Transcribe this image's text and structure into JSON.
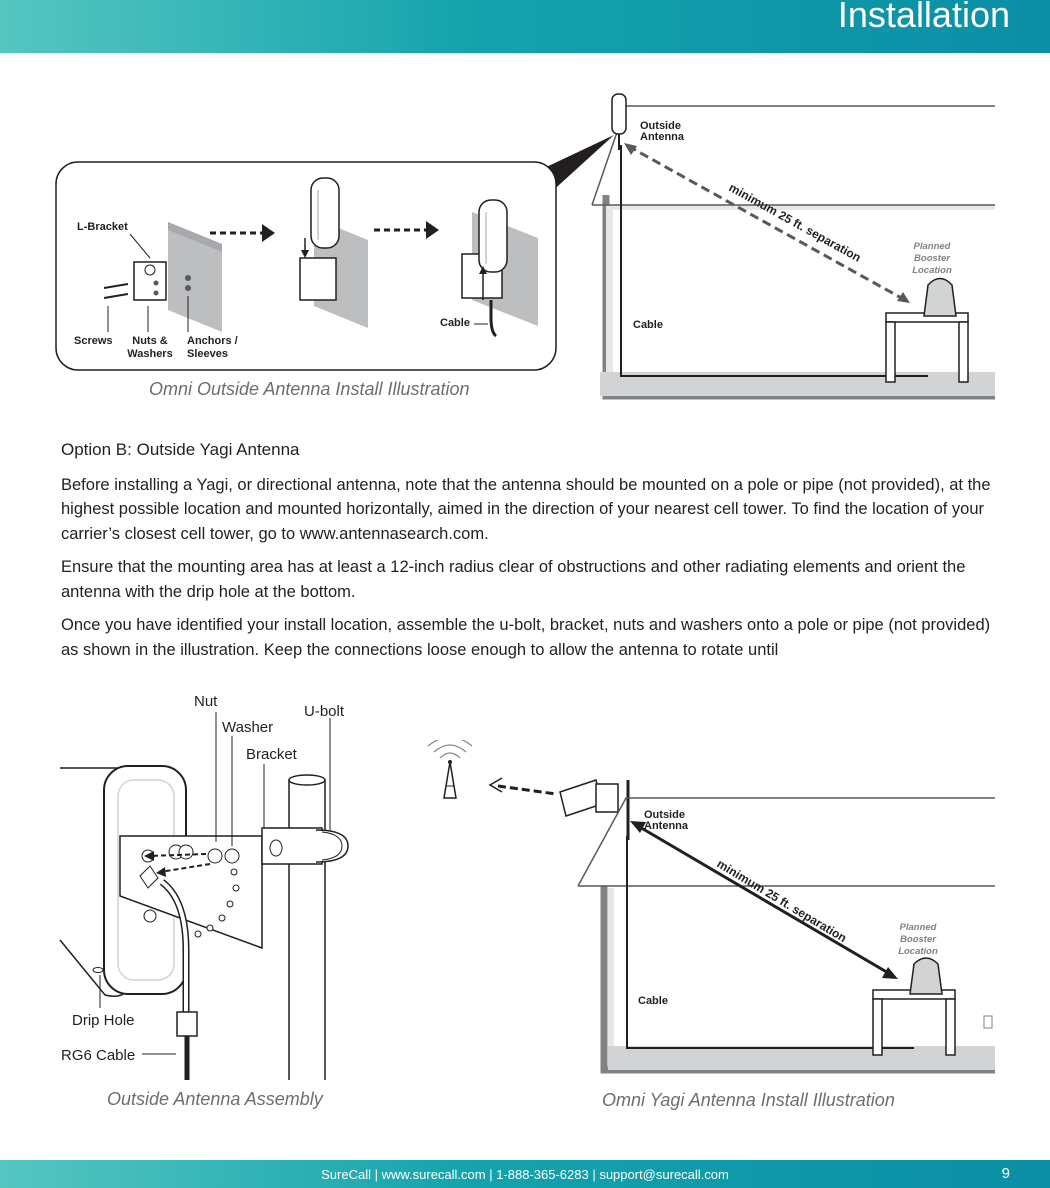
{
  "header": {
    "title": "Installation"
  },
  "fig1": {
    "inset": {
      "l_bracket": "L-Bracket",
      "screws": "Screws",
      "nuts_1": "Nuts &",
      "nuts_2": "Washers",
      "anchors_1": "Anchors /",
      "anchors_2": "Sleeves",
      "cable": "Cable"
    },
    "house": {
      "outside_1": "Outside",
      "outside_2": "Antenna",
      "separation": "minimum 25 ft. separation",
      "planned_1": "Planned",
      "planned_2": "Booster",
      "planned_3": "Location",
      "cable": "Cable"
    },
    "caption": "Omni Outside Antenna Install Illustration"
  },
  "section": {
    "heading": "Option B: Outside Yagi Antenna",
    "p1": "Before installing a Yagi, or directional antenna, note that the antenna should be mounted on a pole or pipe (not provided), at the highest possible location and mounted horizontally, aimed in the direction of your nearest cell tower. To find the location of your carrier’s closest cell tower, go to www.antennasearch.com.",
    "p2": "Ensure that the mounting area has at least a 12-inch radius clear of obstructions and other radiating elements and orient the antenna with the drip hole at the bottom.",
    "p3": "Once you have identified your install location, assemble the u-bolt, bracket, nuts and washers onto a pole or pipe (not provided) as shown in the illustration. Keep the connections loose enough to allow the antenna to rotate until"
  },
  "fig2": {
    "nut": "Nut",
    "washer": "Washer",
    "ubolt": "U-bolt",
    "bracket": "Bracket",
    "drip": "Drip Hole",
    "rg6": "RG6 Cable",
    "caption": "Outside Antenna Assembly"
  },
  "fig3": {
    "outside_1": "Outside",
    "outside_2": "Antenna",
    "separation": "minimum 25 ft. separation",
    "planned_1": "Planned",
    "planned_2": "Booster",
    "planned_3": "Location",
    "cable": "Cable",
    "caption": "Omni Yagi Antenna Install Illustration"
  },
  "footer": {
    "text": "SureCall | www.surecall.com | 1-888-365-6283 | support@surecall.com",
    "page": "9"
  }
}
